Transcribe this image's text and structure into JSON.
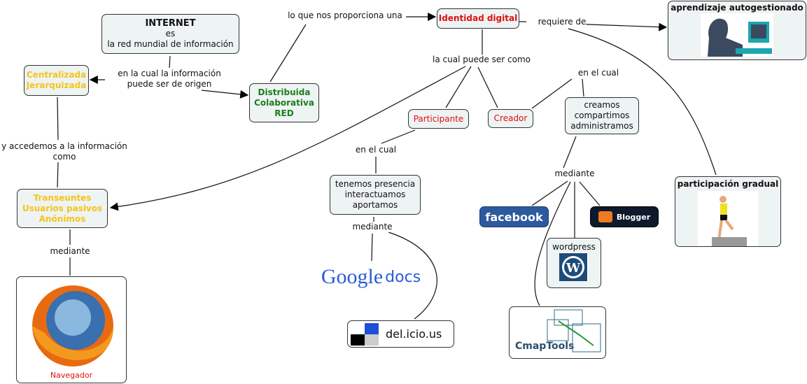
{
  "nodes": {
    "internet": {
      "title": "INTERNET",
      "line2": "es",
      "line3": "la red mundial de información"
    },
    "centralizada": [
      "Centralizada",
      "Jerarquizada"
    ],
    "distribuida": [
      "Distribuida",
      "Colaborativa",
      "RED"
    ],
    "transeuntes": [
      "Transeuntes",
      "Usuarios pasivos",
      "Anónimos"
    ],
    "navegador": "Navegador",
    "identidad": "Identidad digital",
    "aprendizaje": "aprendizaje autogestionado",
    "participante": "Participante",
    "creador": "Creador",
    "creamos": [
      "creamos",
      "compartimos",
      "administramos"
    ],
    "tenemos": [
      "tenemos presencia",
      "interactuamos",
      "aportamos"
    ],
    "facebook": "facebook",
    "blogger": "Blogger",
    "wordpress": "wordpress",
    "participacion": "participación gradual",
    "googledocs": {
      "g1": "Google",
      "g2": "docs"
    },
    "delicious": "del.icio.us",
    "cmaptools": "CmapTools"
  },
  "phrases": {
    "proporciona": "lo que nos proporciona una",
    "origen": [
      "en la cual la información",
      "puede ser de origen"
    ],
    "accedemos": [
      "y accedemos a la información",
      "como"
    ],
    "mediante_nav": "mediante",
    "requiere": "requiere de",
    "puede_ser": "la cual puede ser como",
    "en_el_cual_creador": "en el cual",
    "en_el_cual_part": "en el cual",
    "mediante_tenemos": "mediante",
    "mediante_creamos": "mediante"
  },
  "colors": {
    "node_bg": "#eef3f4",
    "yellow": "#f5c518",
    "green": "#1a7f1a",
    "red": "#e01010",
    "facebook": "#2d5a9e"
  }
}
